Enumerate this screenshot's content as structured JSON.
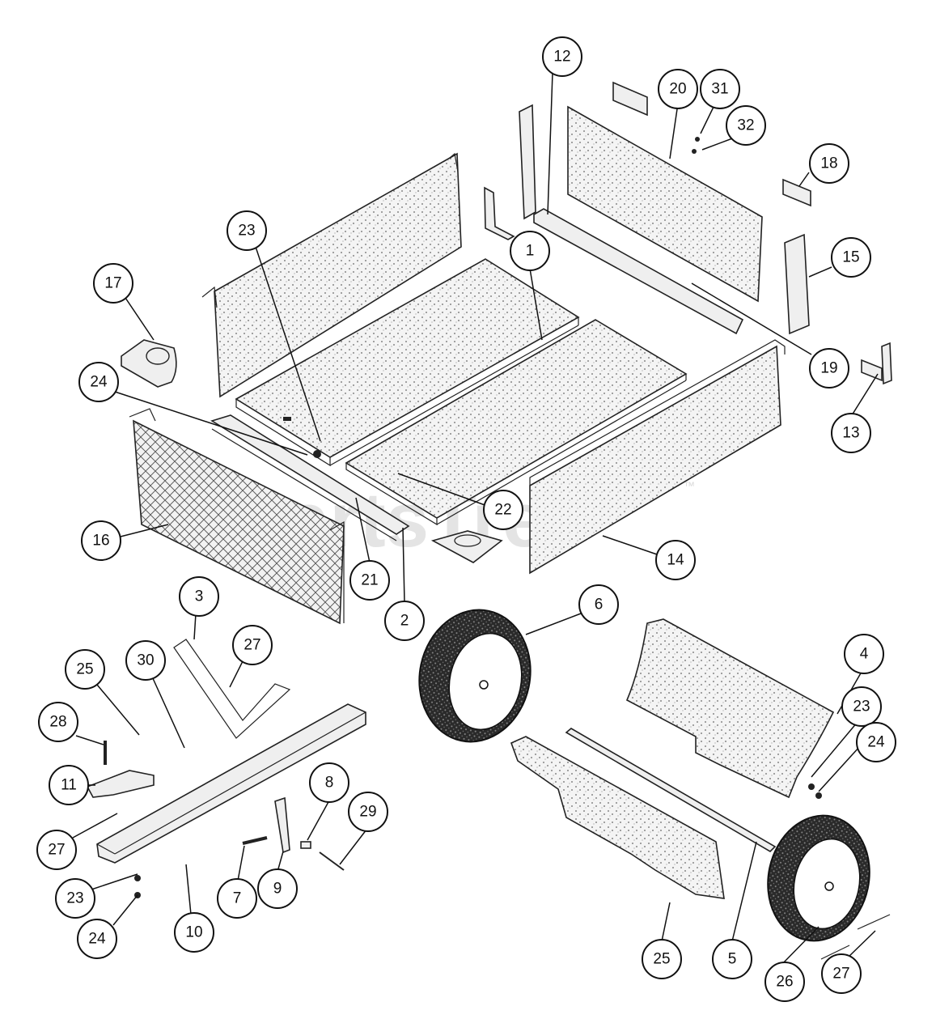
{
  "watermark": {
    "text": "PartsTree",
    "trademark": "™"
  },
  "callouts": [
    {
      "id": "c12",
      "label": "12"
    },
    {
      "id": "c20",
      "label": "20"
    },
    {
      "id": "c31",
      "label": "31"
    },
    {
      "id": "c32",
      "label": "32"
    },
    {
      "id": "c18",
      "label": "18"
    },
    {
      "id": "c15",
      "label": "15"
    },
    {
      "id": "c1",
      "label": "1"
    },
    {
      "id": "c23a",
      "label": "23"
    },
    {
      "id": "c17",
      "label": "17"
    },
    {
      "id": "c19",
      "label": "19"
    },
    {
      "id": "c13",
      "label": "13"
    },
    {
      "id": "c24a",
      "label": "24"
    },
    {
      "id": "c16",
      "label": "16"
    },
    {
      "id": "c22",
      "label": "22"
    },
    {
      "id": "c14",
      "label": "14"
    },
    {
      "id": "c21",
      "label": "21"
    },
    {
      "id": "c2",
      "label": "2"
    },
    {
      "id": "c3",
      "label": "3"
    },
    {
      "id": "c6",
      "label": "6"
    },
    {
      "id": "c27a",
      "label": "27"
    },
    {
      "id": "c25a",
      "label": "25"
    },
    {
      "id": "c30",
      "label": "30"
    },
    {
      "id": "c4",
      "label": "4"
    },
    {
      "id": "c28",
      "label": "28"
    },
    {
      "id": "c23b",
      "label": "23"
    },
    {
      "id": "c24b",
      "label": "24"
    },
    {
      "id": "c11",
      "label": "11"
    },
    {
      "id": "c8",
      "label": "8"
    },
    {
      "id": "c29",
      "label": "29"
    },
    {
      "id": "c27b",
      "label": "27"
    },
    {
      "id": "c23c",
      "label": "23"
    },
    {
      "id": "c7",
      "label": "7"
    },
    {
      "id": "c9",
      "label": "9"
    },
    {
      "id": "c24c",
      "label": "24"
    },
    {
      "id": "c10",
      "label": "10"
    },
    {
      "id": "c25b",
      "label": "25"
    },
    {
      "id": "c5",
      "label": "5"
    },
    {
      "id": "c26",
      "label": "26"
    },
    {
      "id": "c27c",
      "label": "27"
    }
  ]
}
